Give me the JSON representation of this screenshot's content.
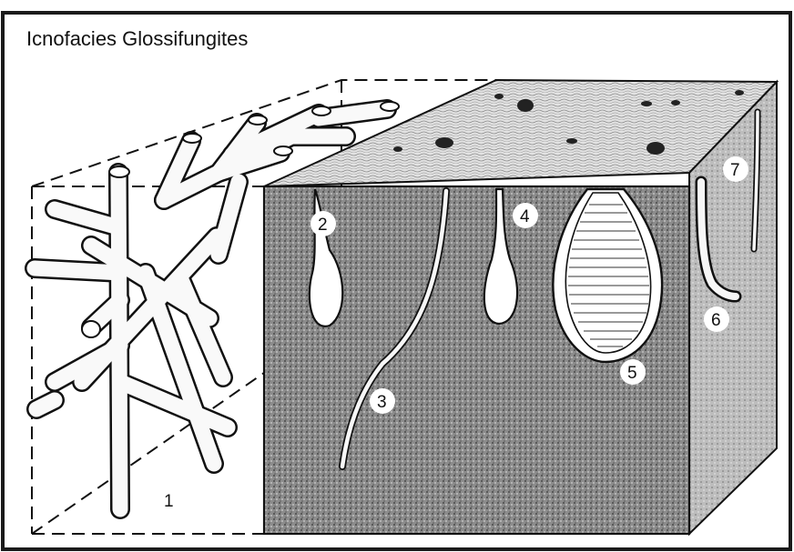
{
  "title": "Icnofacies Glossifungites",
  "labels": {
    "l1": "1",
    "l2": "2",
    "l3": "3",
    "l4": "4",
    "l5": "5",
    "l6": "6",
    "l7": "7"
  },
  "colors": {
    "frame": "#1a1a1a",
    "block_front": "#8a8a8a",
    "block_top": "#dcdcdc",
    "block_side": "#b4b4b4",
    "burrow_fill": "#ffffff"
  }
}
